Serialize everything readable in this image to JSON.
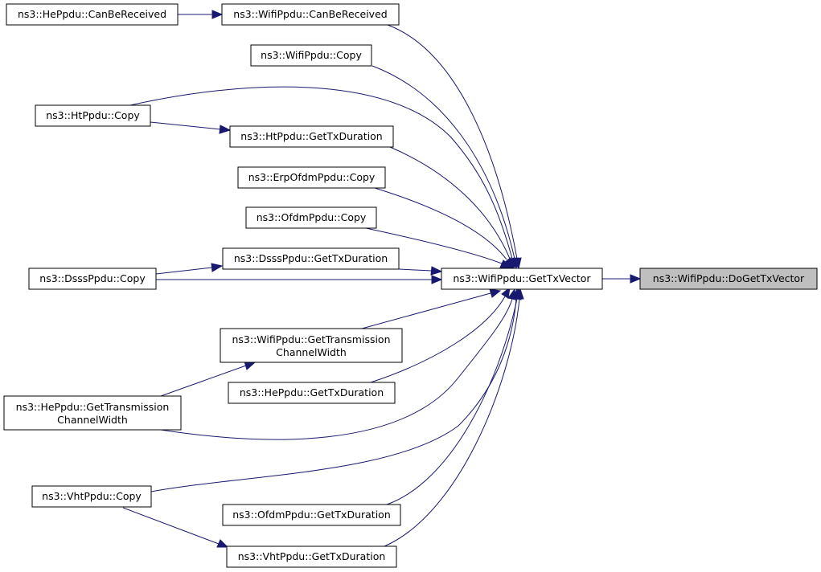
{
  "nodes": {
    "he_canbe": {
      "lines": [
        "ns3::HePpdu::CanBeReceived"
      ]
    },
    "wifi_canbe": {
      "lines": [
        "ns3::WifiPpdu::CanBeReceived"
      ]
    },
    "wifi_copy": {
      "lines": [
        "ns3::WifiPpdu::Copy"
      ]
    },
    "ht_copy": {
      "lines": [
        "ns3::HtPpdu::Copy"
      ]
    },
    "ht_txdur": {
      "lines": [
        "ns3::HtPpdu::GetTxDuration"
      ]
    },
    "erp_copy": {
      "lines": [
        "ns3::ErpOfdmPpdu::Copy"
      ]
    },
    "ofdm_copy": {
      "lines": [
        "ns3::OfdmPpdu::Copy"
      ]
    },
    "dsss_txdur": {
      "lines": [
        "ns3::DsssPpdu::GetTxDuration"
      ]
    },
    "dsss_copy": {
      "lines": [
        "ns3::DsssPpdu::Copy"
      ]
    },
    "gettxvector": {
      "lines": [
        "ns3::WifiPpdu::GetTxVector"
      ]
    },
    "dogettxvector": {
      "lines": [
        "ns3::WifiPpdu::DoGetTxVector"
      ]
    },
    "wifi_gettcw": {
      "lines": [
        "ns3::WifiPpdu::GetTransmission",
        "ChannelWidth"
      ]
    },
    "he_txdur": {
      "lines": [
        "ns3::HePpdu::GetTxDuration"
      ]
    },
    "he_gettcw": {
      "lines": [
        "ns3::HePpdu::GetTransmission",
        "ChannelWidth"
      ]
    },
    "vht_copy": {
      "lines": [
        "ns3::VhtPpdu::Copy"
      ]
    },
    "ofdm_txdur": {
      "lines": [
        "ns3::OfdmPpdu::GetTxDuration"
      ]
    },
    "vht_txdur": {
      "lines": [
        "ns3::VhtPpdu::GetTxDuration"
      ]
    }
  },
  "highlighted_node": "dogettxvector",
  "colors": {
    "edge": "#191970",
    "highlight_fill": "#bfbfbf",
    "node_border": "#000000"
  }
}
